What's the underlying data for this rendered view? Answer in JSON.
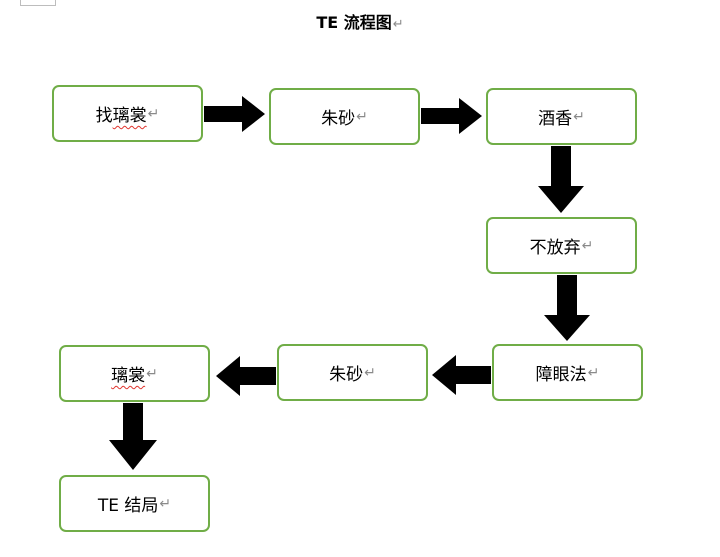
{
  "title": "TE  流程图",
  "paragraph_mark": "↵",
  "colors": {
    "box_border": "#70ad47",
    "arrow": "#000000",
    "spell_underline": "#e0342d"
  },
  "nodes": [
    {
      "id": "n1",
      "label": "找璃裳",
      "spell_flag": "璃裳"
    },
    {
      "id": "n2",
      "label": "朱砂"
    },
    {
      "id": "n3",
      "label": "酒香"
    },
    {
      "id": "n4",
      "label": "不放弃"
    },
    {
      "id": "n5",
      "label": "障眼法"
    },
    {
      "id": "n6",
      "label": "朱砂"
    },
    {
      "id": "n7",
      "label": "璃裳",
      "spell_flag": "璃裳"
    },
    {
      "id": "n8",
      "label": "TE 结局"
    }
  ],
  "edges": [
    {
      "from": "n1",
      "to": "n2"
    },
    {
      "from": "n2",
      "to": "n3"
    },
    {
      "from": "n3",
      "to": "n4"
    },
    {
      "from": "n4",
      "to": "n5"
    },
    {
      "from": "n5",
      "to": "n6"
    },
    {
      "from": "n6",
      "to": "n7"
    },
    {
      "from": "n7",
      "to": "n8"
    }
  ]
}
